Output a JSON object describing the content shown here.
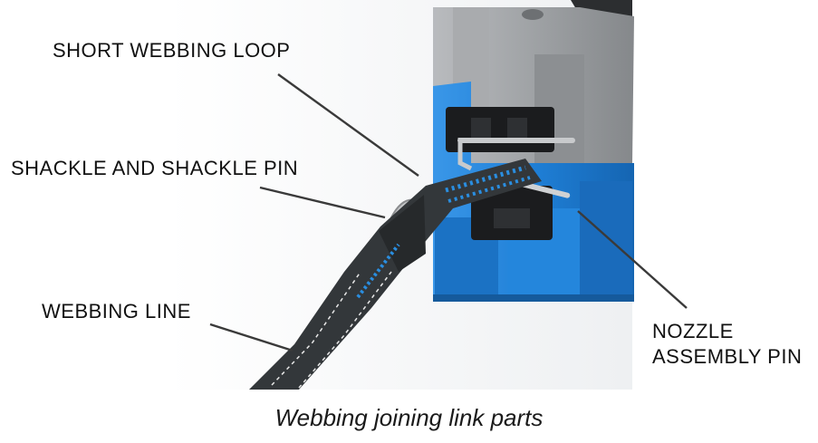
{
  "labels": {
    "short_webbing_loop": "SHORT WEBBING LOOP",
    "shackle_and_pin": "SHACKLE AND SHACKLE PIN",
    "webbing_line": "WEBBING LINE",
    "nozzle_assembly_pin_line1": "NOZZLE",
    "nozzle_assembly_pin_line2": "ASSEMBLY PIN"
  },
  "caption": "Webbing joining link parts",
  "colors": {
    "background": "#ffffff",
    "housing_grey": "#9a9c9f",
    "housing_blue": "#1f7fd6",
    "webbing": "#33373a",
    "webbing_accent": "#2a8ee0",
    "leader_line": "#3a3a3a"
  }
}
